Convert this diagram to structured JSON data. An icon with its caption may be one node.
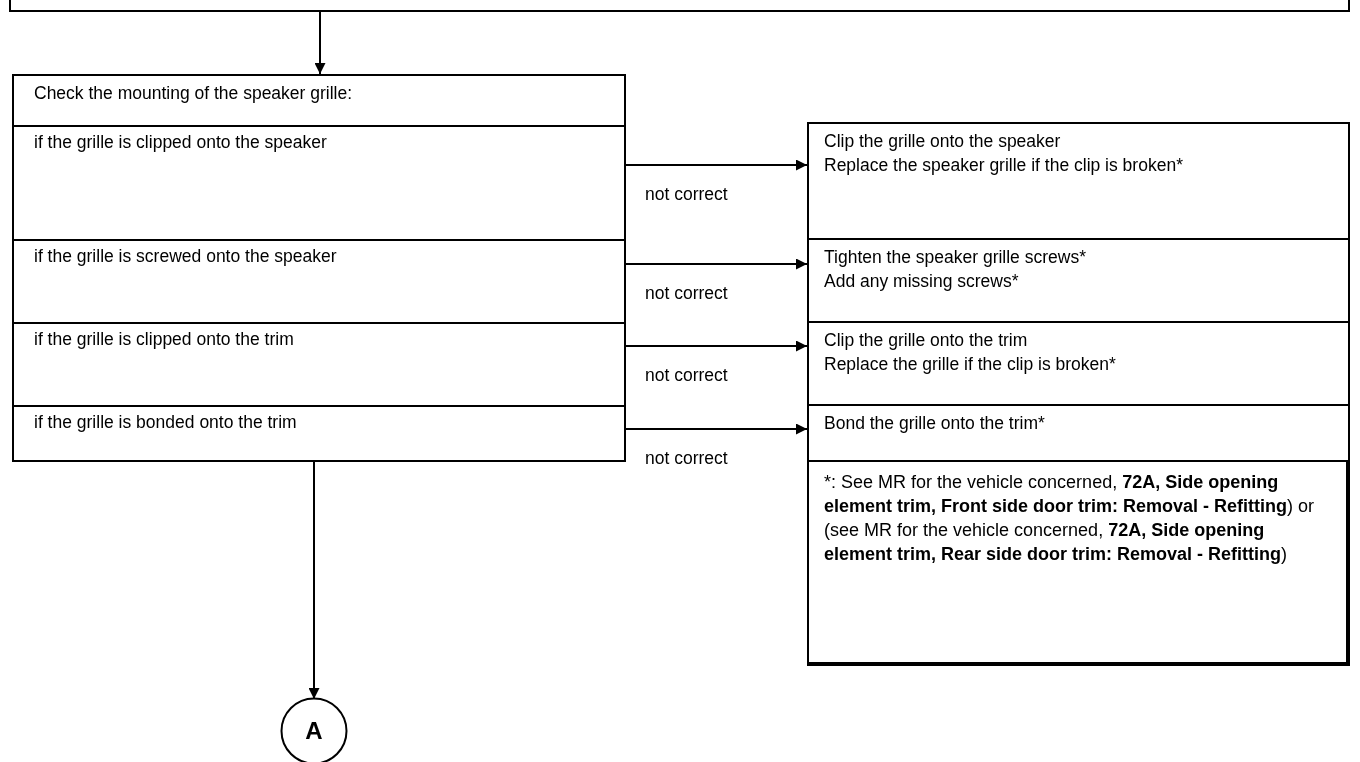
{
  "diagram": {
    "nodes": [
      {
        "text": [],
        "shape": "box"
      },
      {
        "text": [
          "Check the mounting of the speaker grille:"
        ]
      },
      {
        "text": [
          "if the grille is clipped onto the speaker"
        ],
        "in": 1
      },
      {
        "text": [
          "if the grille is screwed onto the speaker"
        ],
        "in": 1
      },
      {
        "text": [
          "if the grille is clipped onto the trim"
        ],
        "in": 1
      },
      {
        "text": [
          "if the grille is bonded onto the trim"
        ],
        "in": 1
      },
      {
        "text": [
          "Clip the grille onto the speaker",
          "Replace the speaker grille if the clip is broken*"
        ]
      },
      {
        "text": [
          "Tighten the speaker grille screws*",
          "Add any missing screws*"
        ]
      },
      {
        "text": [
          "Clip the grille onto the trim",
          "Replace the grille if the clip is broken*"
        ]
      },
      {
        "text": [
          "Bond the grille onto the trim*"
        ]
      },
      {
        "text": [
          "*: See MR for the vehicle concerned, **72A, Side opening element trim, Front side door trim: Removal - Refitting**) or (see MR for the vehicle concerned, **72A, Side opening element trim, Rear side door trim: Removal - Refitting**)"
        ]
      },
      {
        "text": [
          "A"
        ]
      }
    ],
    "edges": [
      {
        "from": 0,
        "to": 1,
        "arrow": "to"
      },
      {
        "from": 2,
        "to": 6,
        "arrow": "to",
        "label": "not correct"
      },
      {
        "from": 3,
        "to": 7,
        "arrow": "to",
        "label": "not correct"
      },
      {
        "from": 4,
        "to": 8,
        "arrow": "to",
        "label": "not correct"
      },
      {
        "from": 5,
        "to": 9,
        "arrow": "to",
        "label": "not correct"
      },
      {
        "from": 1,
        "to": 11,
        "arrow": "to"
      }
    ]
  }
}
